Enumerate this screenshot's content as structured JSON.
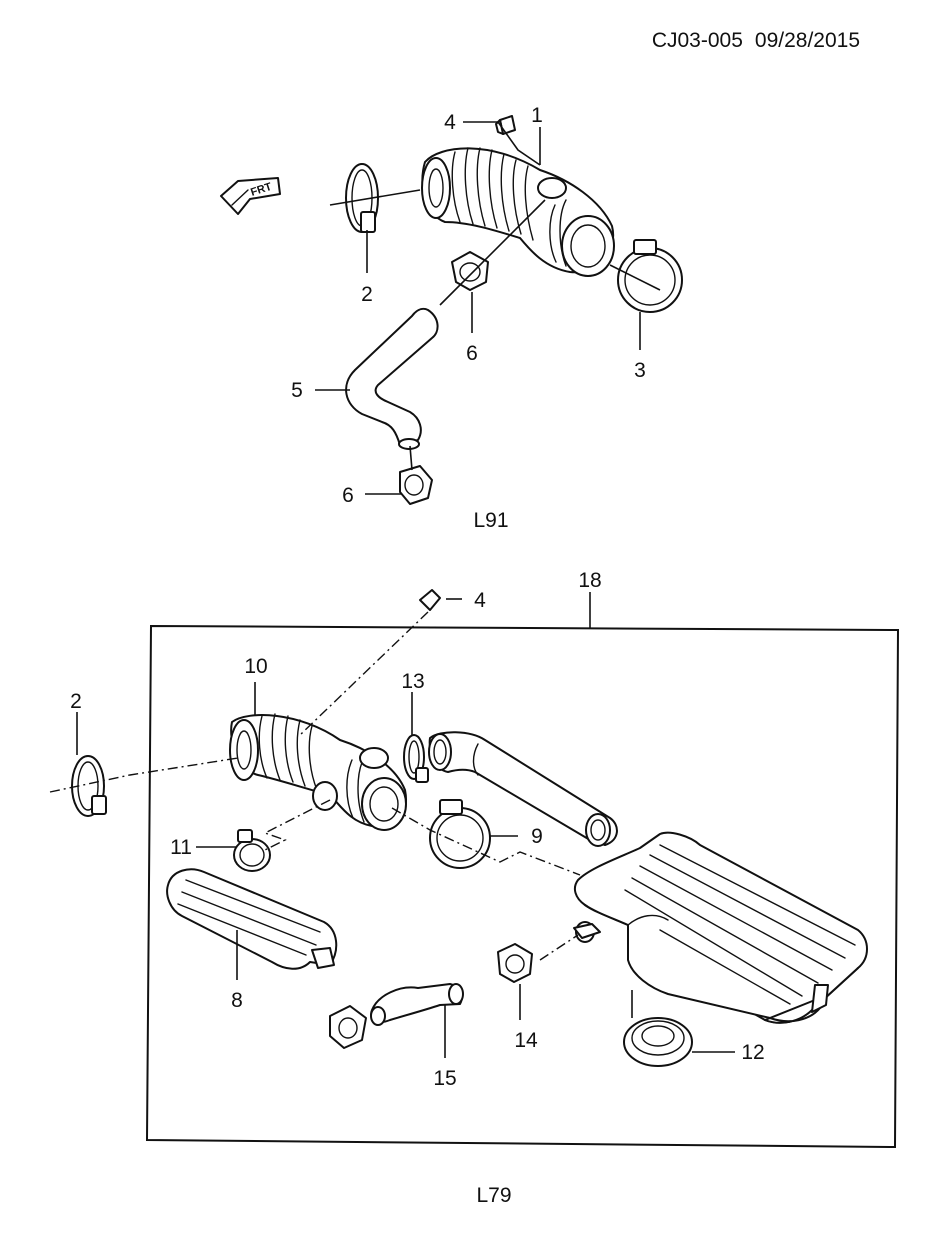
{
  "header": {
    "code": "CJ03-005",
    "date": "09/28/2015"
  },
  "upper": {
    "engine_label": "L91",
    "callouts": [
      "1",
      "2",
      "3",
      "4",
      "5",
      "6",
      "6"
    ]
  },
  "lower": {
    "engine_label": "L79",
    "callouts": [
      "18",
      "4",
      "2",
      "10",
      "13",
      "11",
      "9",
      "8",
      "14",
      "15",
      "12"
    ]
  },
  "icons": [
    "front-direction-arrow-icon"
  ],
  "front_arrow_text": "FRT"
}
